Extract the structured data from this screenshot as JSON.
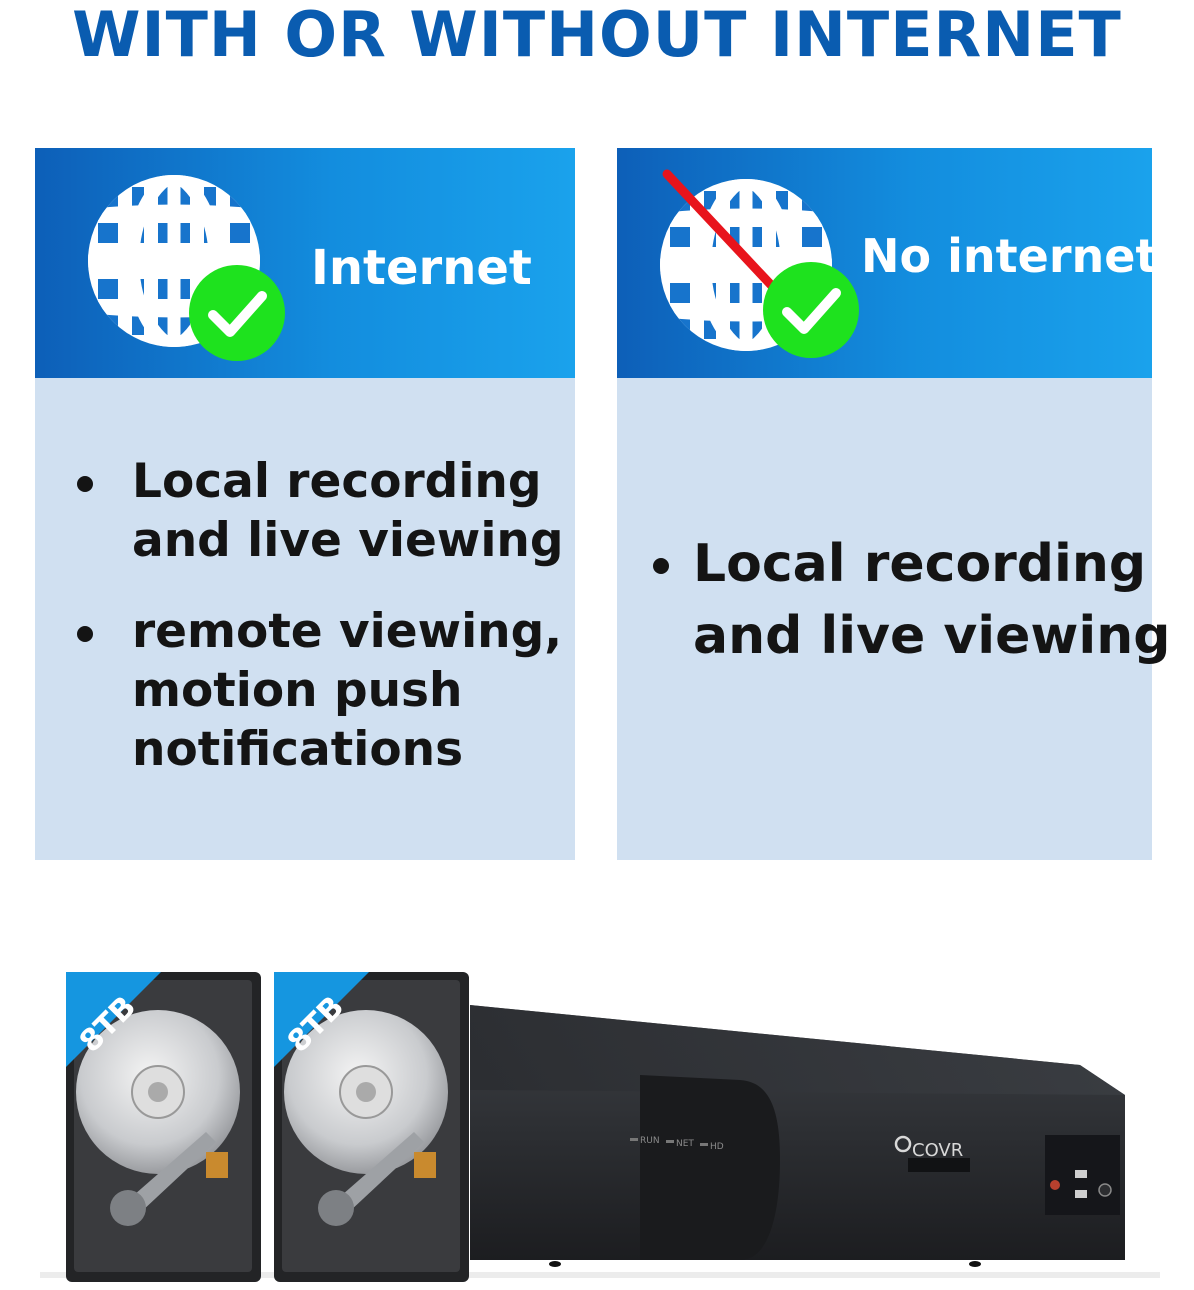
{
  "headline": "WITH OR WITHOUT INTERNET",
  "colors": {
    "headline": "#0a5cb0",
    "header_blue": "#138dde",
    "body_light_blue": "#d0e0f1",
    "check_green": "#1ee21e",
    "strike_red": "#e8141c"
  },
  "cards": [
    {
      "label": "Internet",
      "icon": "globe-icon",
      "status_icon": "checkmark-icon",
      "bullets": [
        "Local recording",
        "and live viewing",
        "remote viewing,",
        "motion push",
        "notifications"
      ]
    },
    {
      "label": "No internet",
      "icon": "globe-crossed-icon",
      "status_icon": "checkmark-icon",
      "bullets": [
        "Local recording",
        "and live viewing"
      ]
    }
  ],
  "product": {
    "drive_capacity": "8TB",
    "brand": "COVR",
    "indicators": [
      "RUN",
      "NET",
      "HD"
    ]
  }
}
